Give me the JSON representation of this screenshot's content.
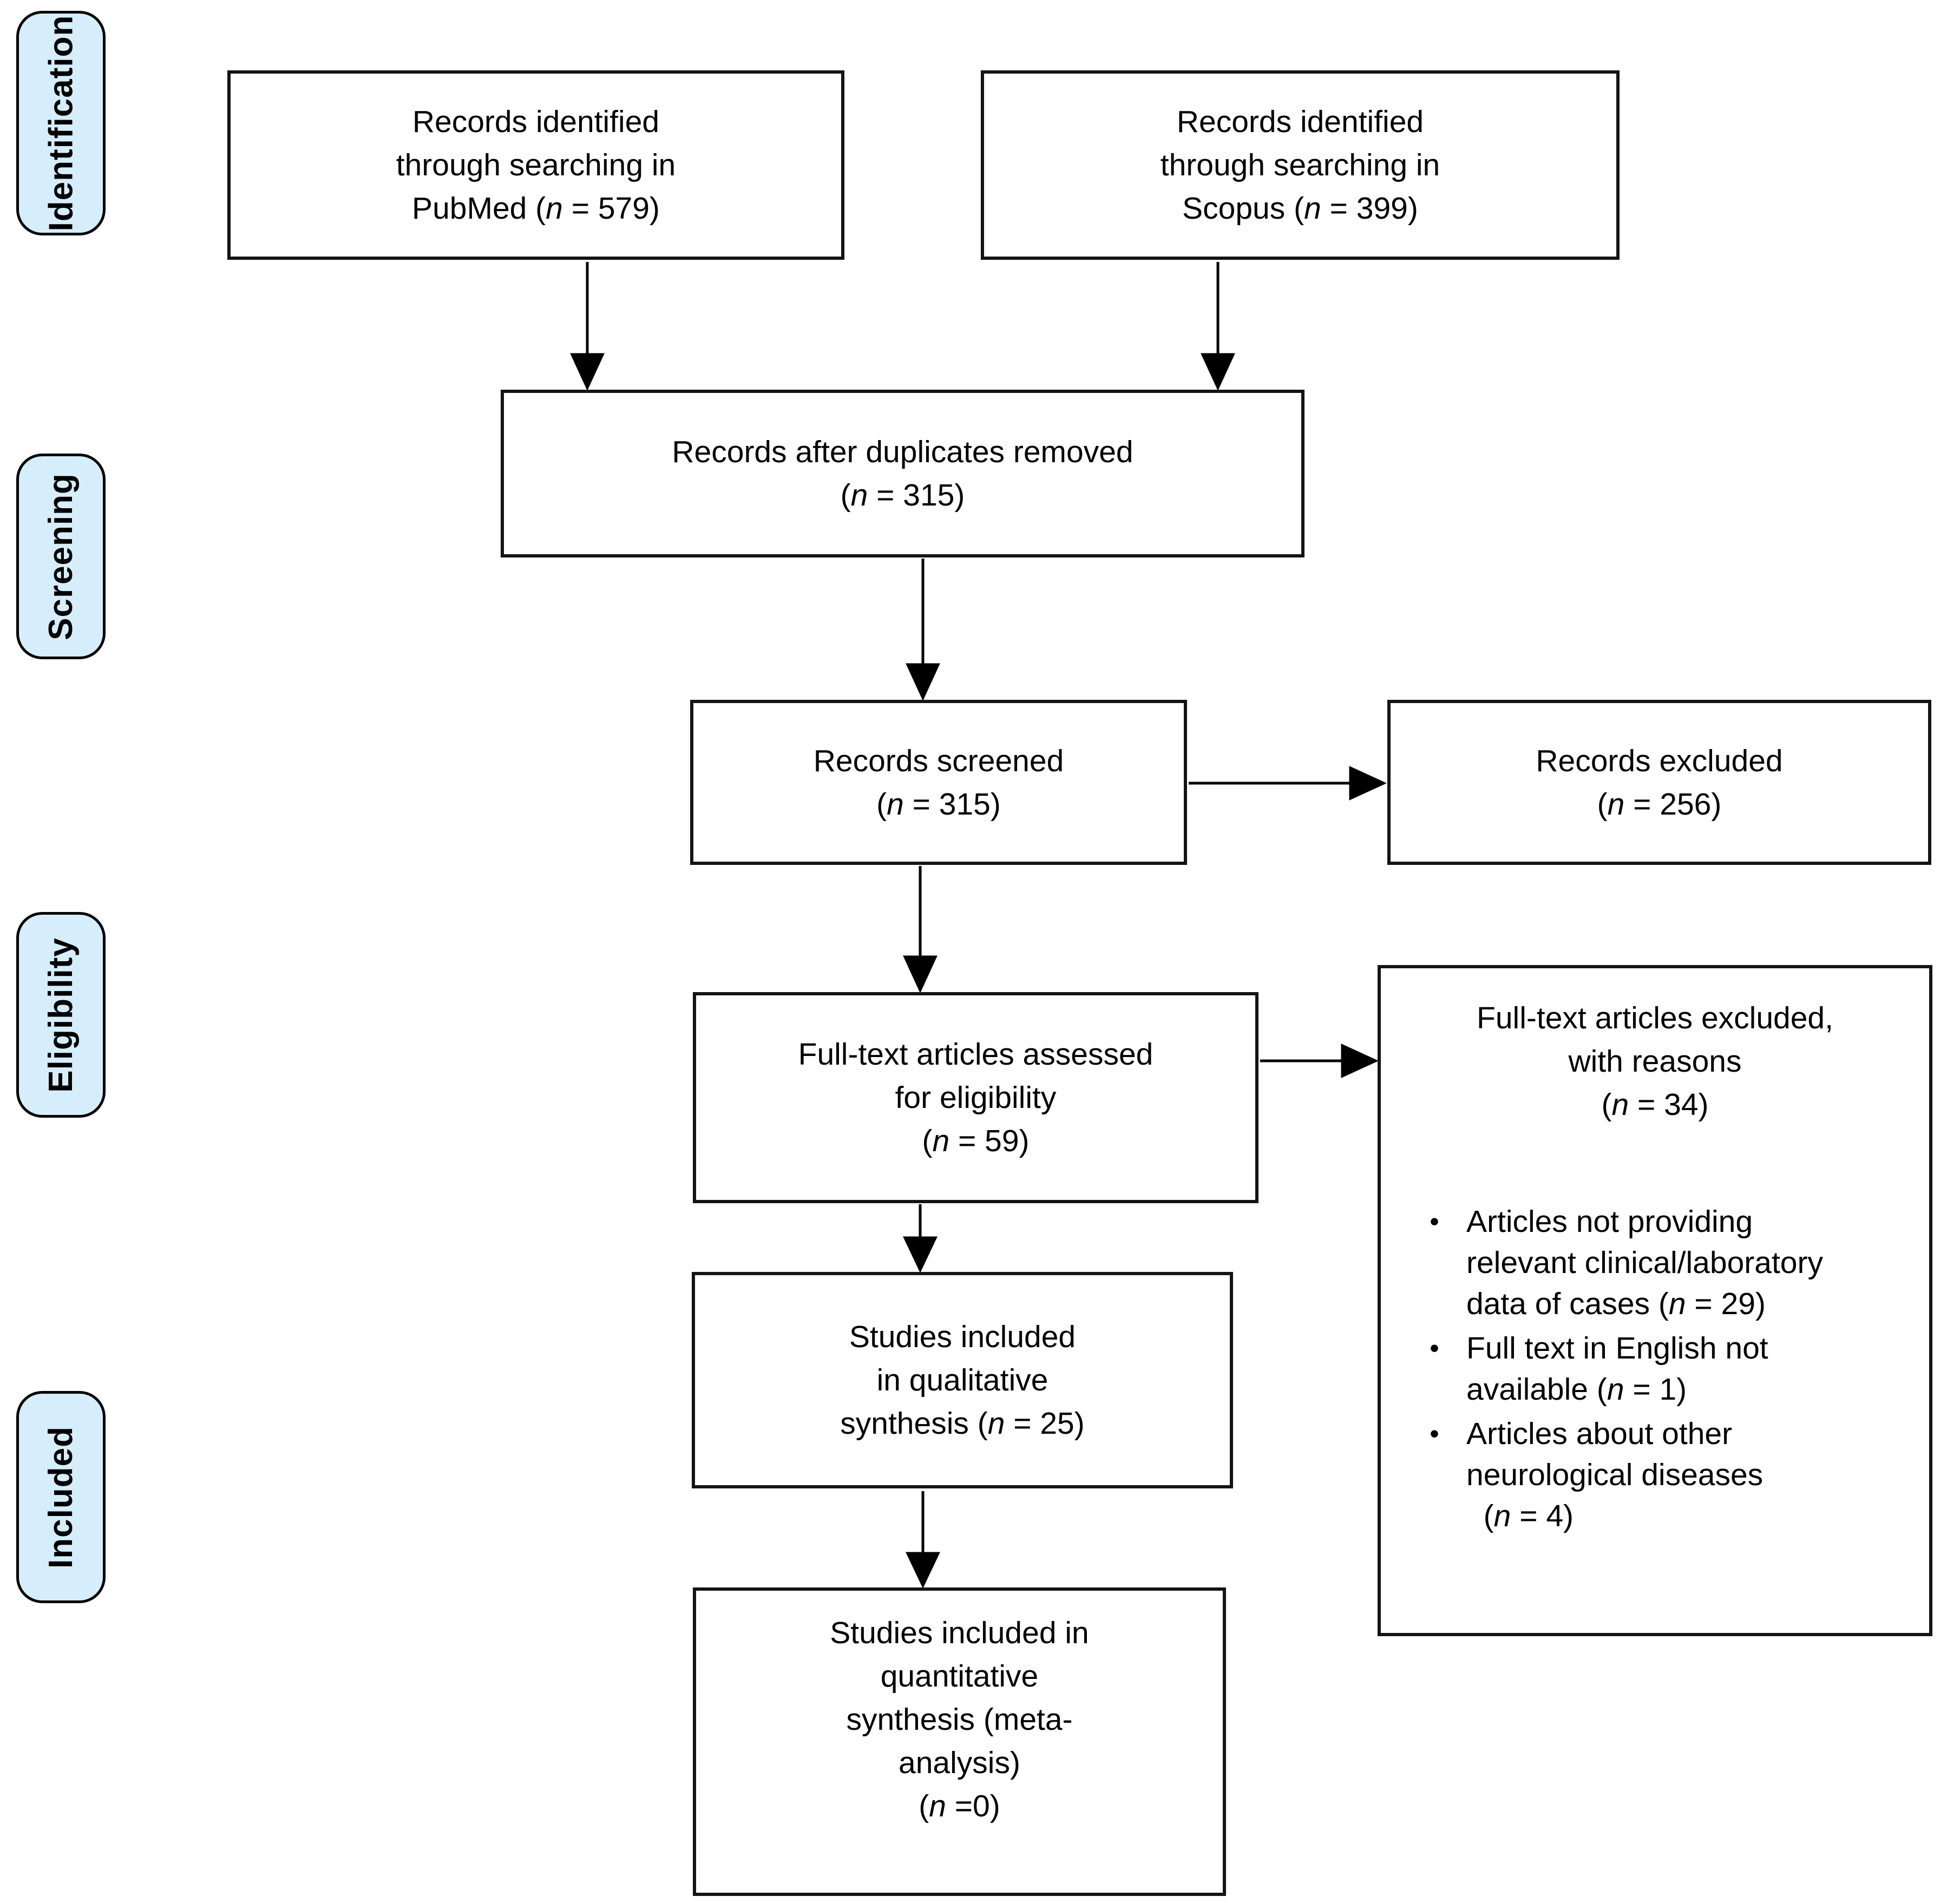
{
  "colors": {
    "stage_fill": "#d6eefb",
    "line_color": "#000000",
    "box_background": "#ffffff"
  },
  "stages": [
    {
      "label": "Identification"
    },
    {
      "label": "Screening"
    },
    {
      "label": "Eligibility"
    },
    {
      "label": "Included"
    }
  ],
  "boxes": {
    "pubmed": {
      "lines": [
        [
          {
            "t": "Records identified"
          }
        ],
        [
          {
            "t": "through searching in"
          }
        ],
        [
          {
            "t": "PubMed ("
          },
          {
            "i": "n"
          },
          {
            "t": " = 579)"
          }
        ]
      ]
    },
    "scopus": {
      "lines": [
        [
          {
            "t": "Records identified"
          }
        ],
        [
          {
            "t": "through searching in"
          }
        ],
        [
          {
            "t": "Scopus ("
          },
          {
            "i": "n"
          },
          {
            "t": " = 399)"
          }
        ]
      ]
    },
    "duplicates": {
      "lines": [
        [
          {
            "t": "Records after duplicates removed"
          }
        ],
        [
          {
            "t": "("
          },
          {
            "i": "n"
          },
          {
            "t": " = 315)"
          }
        ]
      ]
    },
    "screened": {
      "lines": [
        [
          {
            "t": "Records screened"
          }
        ],
        [
          {
            "t": "("
          },
          {
            "i": "n"
          },
          {
            "t": " = 315)"
          }
        ]
      ]
    },
    "excluded": {
      "lines": [
        [
          {
            "t": "Records excluded"
          }
        ],
        [
          {
            "t": "("
          },
          {
            "i": "n"
          },
          {
            "t": " = 256)"
          }
        ]
      ]
    },
    "fulltext": {
      "lines": [
        [
          {
            "t": "Full-text articles assessed"
          }
        ],
        [
          {
            "t": "for eligibility"
          }
        ],
        [
          {
            "t": "("
          },
          {
            "i": "n"
          },
          {
            "t": " = 59)"
          }
        ]
      ]
    },
    "reasons": {
      "title_lines": [
        [
          {
            "t": "Full-text articles excluded,"
          }
        ],
        [
          {
            "t": "with reasons"
          }
        ],
        [
          {
            "t": "("
          },
          {
            "i": "n"
          },
          {
            "t": " = 34)"
          }
        ]
      ],
      "bullet_glyph": "•",
      "bullets": [
        {
          "lines": [
            [
              {
                "t": "Articles not providing"
              }
            ],
            [
              {
                "t": "relevant clinical/laboratory"
              }
            ],
            [
              {
                "t": "data of cases ("
              },
              {
                "i": "n"
              },
              {
                "t": " = 29)"
              }
            ]
          ]
        },
        {
          "lines": [
            [
              {
                "t": "Full text in English not"
              }
            ],
            [
              {
                "t": "available ("
              },
              {
                "i": "n"
              },
              {
                "t": " = 1)"
              }
            ]
          ]
        },
        {
          "lines": [
            [
              {
                "t": "Articles about other"
              }
            ],
            [
              {
                "t": "neurological diseases"
              }
            ],
            [
              {
                "t": "  ("
              },
              {
                "i": "n"
              },
              {
                "t": " = 4)"
              }
            ]
          ]
        }
      ]
    },
    "qualitative": {
      "lines": [
        [
          {
            "t": "Studies included"
          }
        ],
        [
          {
            "t": "in qualitative"
          }
        ],
        [
          {
            "t": "synthesis ("
          },
          {
            "i": "n"
          },
          {
            "t": " = 25)"
          }
        ]
      ]
    },
    "quantitative": {
      "lines": [
        [
          {
            "t": "Studies included in"
          }
        ],
        [
          {
            "t": "quantitative"
          }
        ],
        [
          {
            "t": "synthesis (meta-"
          }
        ],
        [
          {
            "t": "analysis)"
          }
        ],
        [
          {
            "t": "("
          },
          {
            "i": "n"
          },
          {
            "t": " =0)"
          }
        ]
      ]
    }
  }
}
